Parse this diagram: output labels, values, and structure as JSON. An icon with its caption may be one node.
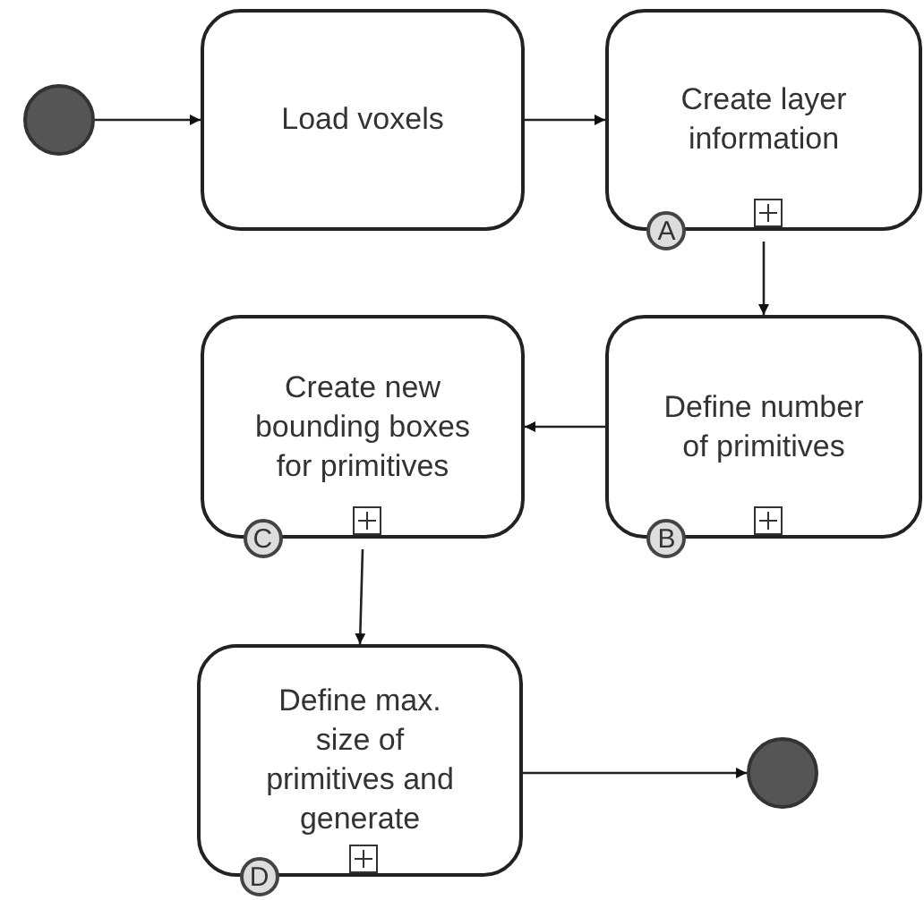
{
  "diagram": {
    "nodes": [
      {
        "text": [],
        "shape": "circle"
      },
      {
        "text": [
          "Load voxels"
        ]
      },
      {
        "text": [
          "Create layer information",
          "A"
        ]
      },
      {
        "text": [
          "Define number of primitives",
          "B"
        ]
      },
      {
        "text": [
          "Create new bounding boxes for primitives",
          "C"
        ]
      },
      {
        "text": [
          "Define max. size of primitives and generate",
          "D"
        ]
      },
      {
        "text": [],
        "shape": "circle"
      }
    ],
    "edges": [
      {
        "from": 0,
        "to": 1,
        "arrow": "to"
      },
      {
        "from": 1,
        "to": 2,
        "arrow": "to"
      },
      {
        "from": 2,
        "to": 3,
        "arrow": "to"
      },
      {
        "from": 3,
        "to": 4,
        "arrow": "to"
      },
      {
        "from": 4,
        "to": 5,
        "arrow": "to"
      },
      {
        "from": 5,
        "to": 6,
        "arrow": "to"
      }
    ]
  }
}
